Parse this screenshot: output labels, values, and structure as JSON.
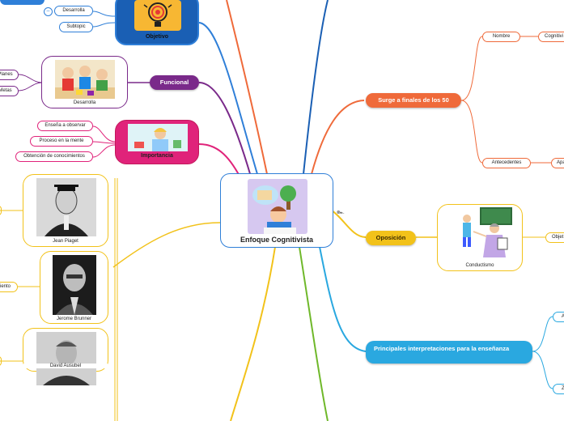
{
  "central": {
    "title": "Enfoque Cognitivista"
  },
  "colors": {
    "orange": "#ef6a3a",
    "blue": "#2f7fd8",
    "purple": "#7a2a8a",
    "pink": "#e0237a",
    "yellow": "#f2c21a",
    "green": "#6fb82a",
    "sky": "#2aa8e0",
    "navy": "#1a5fb4"
  },
  "left": {
    "objetivo": {
      "label": "Objetivo",
      "children": [
        "Desarrolla",
        "Subtopic"
      ]
    },
    "funcional": {
      "label": "Funcional",
      "image_caption": "Desarrolla",
      "children": [
        "Planes",
        "Metas"
      ]
    },
    "importancia": {
      "label": "Importancia",
      "children": [
        "Enseña a observar",
        "Proceso en la mente",
        "Obtención de conocimientos"
      ]
    },
    "authors": [
      {
        "caption": "Jean Piaget"
      },
      {
        "caption": "Jerome Brunner",
        "side_label": "iento"
      },
      {
        "caption": "David Ausubel"
      }
    ]
  },
  "right": {
    "surge": {
      "label": "Surge a finales de los 50",
      "children": [
        {
          "label": "Nombre",
          "next": "Cognitivi"
        },
        {
          "label": "Antecedentes",
          "next": "Apa"
        }
      ]
    },
    "oposicion": {
      "label": "Oposición",
      "image_caption": "Conductismo",
      "next": "Objet"
    },
    "principales": {
      "label": "Principales interpretaciones para la enseñanza",
      "children": [
        "A",
        "Z"
      ]
    }
  },
  "misc": {
    "collapse_marker": "–",
    "link_marker": "๛"
  }
}
